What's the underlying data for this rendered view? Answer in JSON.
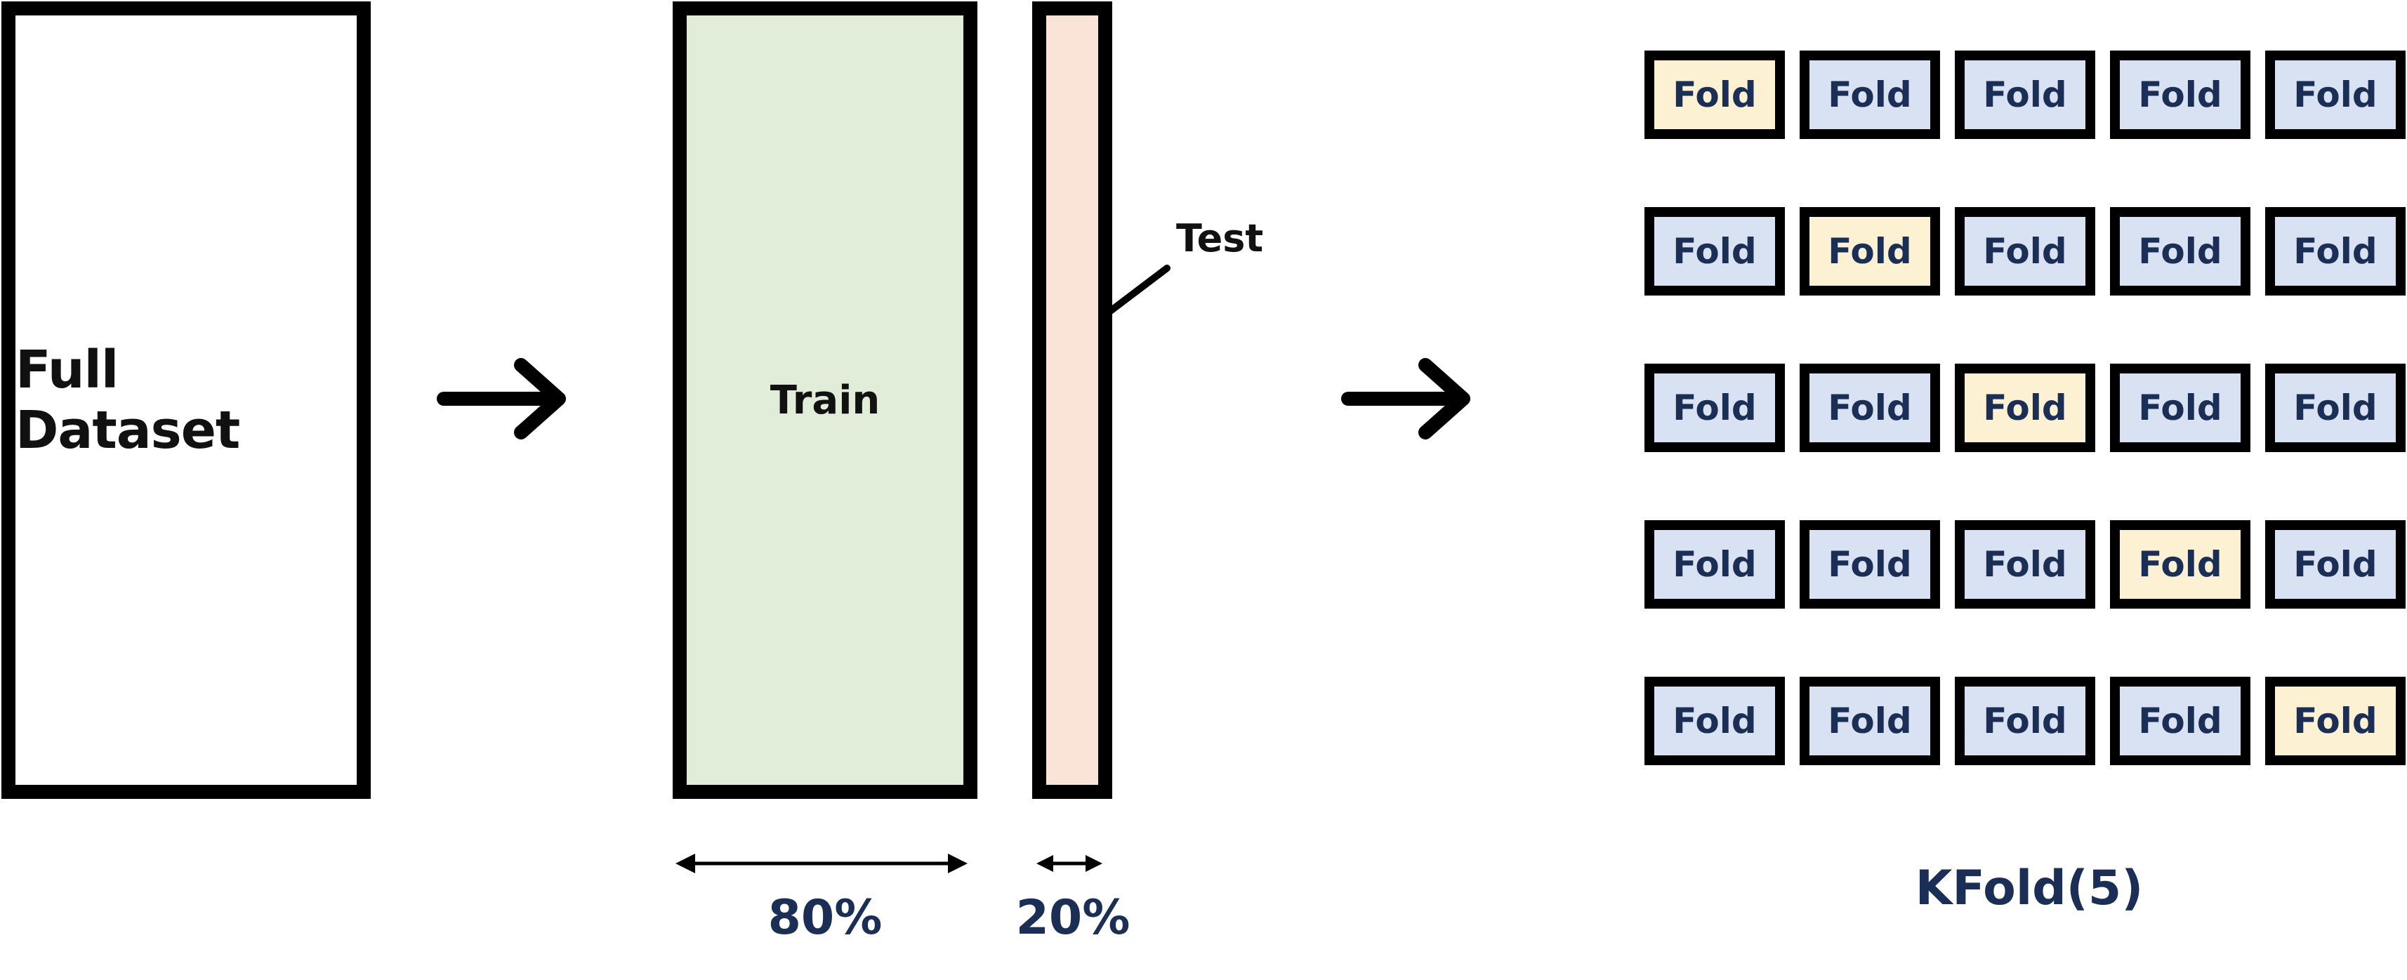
{
  "colors": {
    "train_fill": "#e1edd8",
    "test_fill": "#fae3d7",
    "fold_fill": "#d9e2f3",
    "fold_highlight_fill": "#fcf1d2",
    "label_text": "#1b2e55"
  },
  "full_dataset": {
    "label": "Full Dataset"
  },
  "split": {
    "train_label": "Train",
    "test_label": "Test",
    "train_pct": "80%",
    "test_pct": "20%"
  },
  "kfold": {
    "label": "KFold(5)",
    "fold_label": "Fold",
    "k": 5,
    "rows": [
      [
        "Fold",
        "Fold",
        "Fold",
        "Fold",
        "Fold"
      ],
      [
        "Fold",
        "Fold",
        "Fold",
        "Fold",
        "Fold"
      ],
      [
        "Fold",
        "Fold",
        "Fold",
        "Fold",
        "Fold"
      ],
      [
        "Fold",
        "Fold",
        "Fold",
        "Fold",
        "Fold"
      ],
      [
        "Fold",
        "Fold",
        "Fold",
        "Fold",
        "Fold"
      ]
    ],
    "highlight_index_per_row": [
      0,
      1,
      2,
      3,
      4
    ]
  }
}
